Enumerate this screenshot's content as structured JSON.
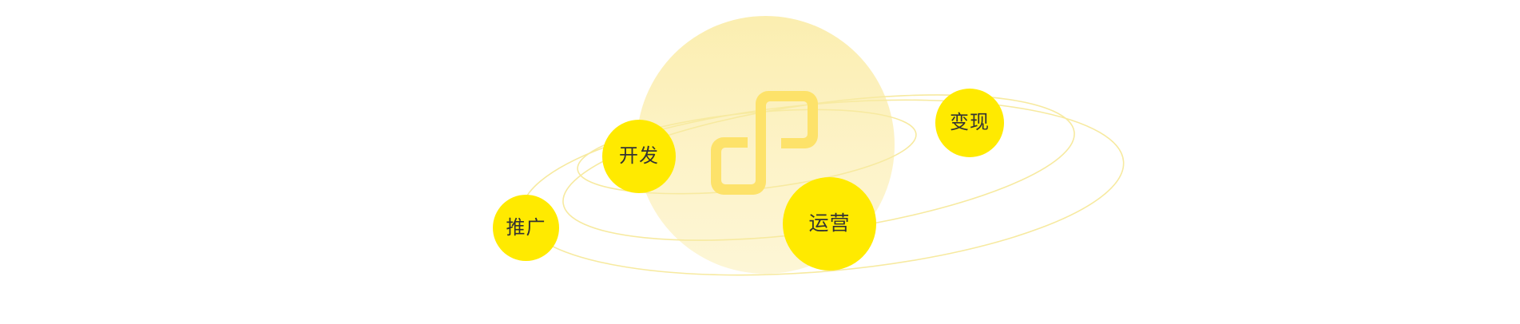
{
  "diagram": {
    "center_logo_icon": "mini-program-logo-icon",
    "nodes": {
      "dev": {
        "label": "开发"
      },
      "monetize": {
        "label": "变现"
      },
      "promote": {
        "label": "推广"
      },
      "operate": {
        "label": "运营"
      }
    }
  },
  "colors": {
    "node_fill": "#ffea00",
    "sphere_fill": "#fdf1bd",
    "orbit_stroke": "#f7eaa0",
    "logo_fill": "#fde26a",
    "label_text": "#333333"
  }
}
